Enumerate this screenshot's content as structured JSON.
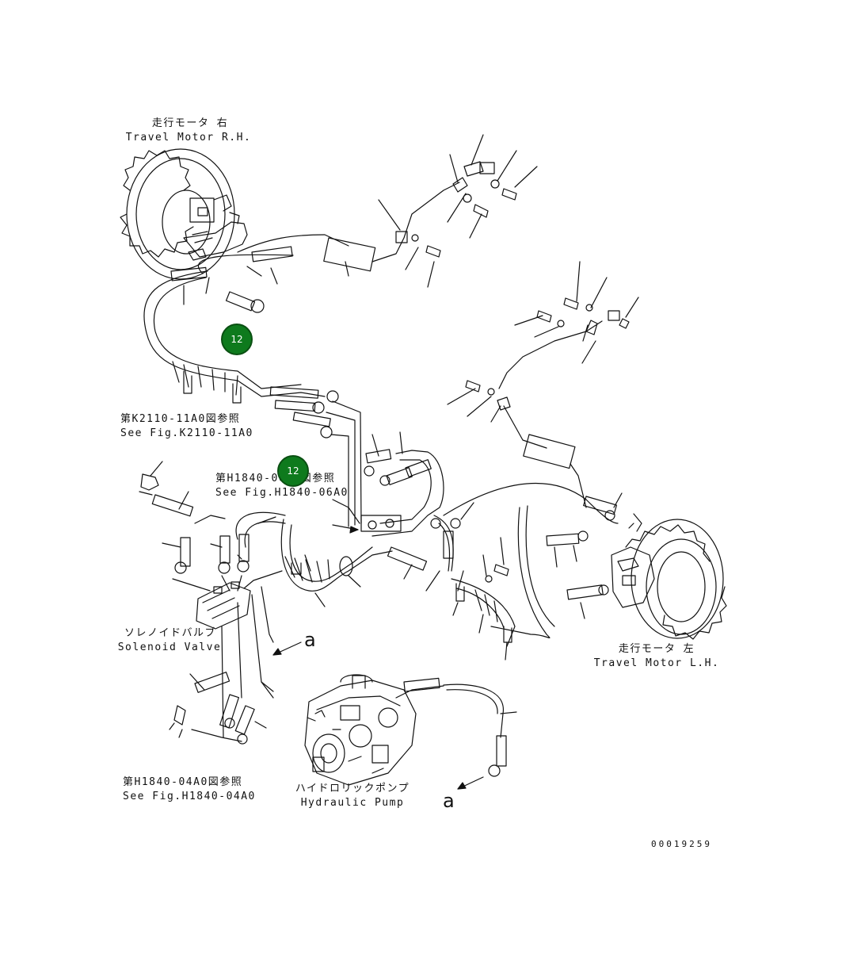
{
  "labels": {
    "travel_motor_rh_jp": "走行モータ 右",
    "travel_motor_rh_en": "Travel Motor R.H.",
    "travel_motor_lh_jp": "走行モータ 左",
    "travel_motor_lh_en": "Travel Motor L.H.",
    "solenoid_valve_jp": "ソレノイドバルブ",
    "solenoid_valve_en": "Solenoid Valve",
    "hydraulic_pump_jp": "ハイドロリックポンプ",
    "hydraulic_pump_en": "Hydraulic Pump",
    "ref_k2110_jp": "第K2110-11A0図参照",
    "ref_k2110_en": "See Fig.K2110-11A0",
    "ref_h1840_06_jp": "第H1840-06A0図参照",
    "ref_h1840_06_en": "See Fig.H1840-06A0",
    "ref_h1840_04_jp": "第H1840-04A0図参照",
    "ref_h1840_04_en": "See Fig.H1840-04A0",
    "marker_a_1": "a",
    "marker_a_2": "a",
    "drawing_number": "00019259"
  },
  "callouts": [
    {
      "number": "12"
    },
    {
      "number": "12"
    }
  ],
  "colors": {
    "callout_fill": "#0e7a1d",
    "line": "#111111"
  }
}
